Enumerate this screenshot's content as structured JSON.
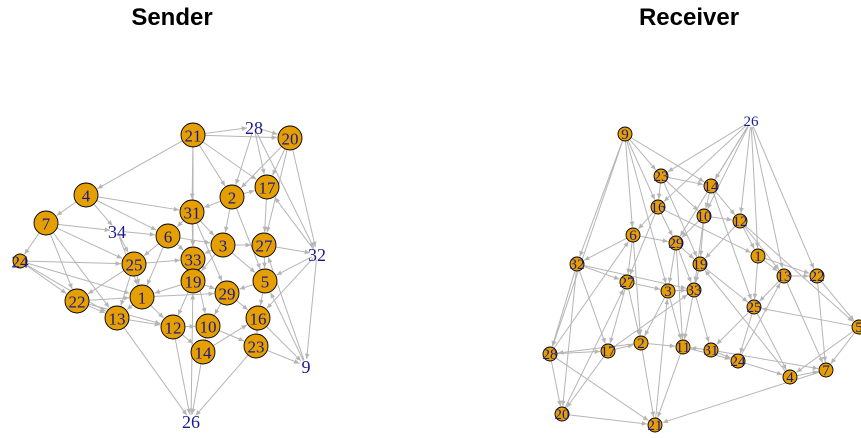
{
  "panels": [
    {
      "id": "sender",
      "title": "Sender",
      "node_color": "#E69F00",
      "label_color": "#1a1a8c",
      "edge_color": "#b5b5b5",
      "nodes": [
        {
          "label": "21",
          "size": "large"
        },
        {
          "label": "28",
          "size": "none"
        },
        {
          "label": "20",
          "size": "large"
        },
        {
          "label": "4",
          "size": "large"
        },
        {
          "label": "2",
          "size": "large"
        },
        {
          "label": "17",
          "size": "large"
        },
        {
          "label": "7",
          "size": "large"
        },
        {
          "label": "31",
          "size": "large"
        },
        {
          "label": "34",
          "size": "none"
        },
        {
          "label": "6",
          "size": "large"
        },
        {
          "label": "3",
          "size": "large"
        },
        {
          "label": "27",
          "size": "large"
        },
        {
          "label": "32",
          "size": "none"
        },
        {
          "label": "24",
          "size": "small"
        },
        {
          "label": "25",
          "size": "large"
        },
        {
          "label": "33",
          "size": "large"
        },
        {
          "label": "19",
          "size": "large"
        },
        {
          "label": "5",
          "size": "large"
        },
        {
          "label": "22",
          "size": "large"
        },
        {
          "label": "1",
          "size": "large"
        },
        {
          "label": "29",
          "size": "large"
        },
        {
          "label": "13",
          "size": "large"
        },
        {
          "label": "12",
          "size": "large"
        },
        {
          "label": "10",
          "size": "large"
        },
        {
          "label": "16",
          "size": "large"
        },
        {
          "label": "14",
          "size": "large"
        },
        {
          "label": "23",
          "size": "large"
        },
        {
          "label": "9",
          "size": "none"
        },
        {
          "label": "26",
          "size": "none"
        }
      ]
    },
    {
      "id": "receiver",
      "title": "Receiver",
      "node_color": "#E69F00",
      "label_color": "#1a1a8c",
      "edge_color": "#b5b5b5",
      "nodes": [
        {
          "label": "9",
          "size": "small"
        },
        {
          "label": "26",
          "size": "none"
        },
        {
          "label": "23",
          "size": "small"
        },
        {
          "label": "14",
          "size": "small"
        },
        {
          "label": "16",
          "size": "small"
        },
        {
          "label": "10",
          "size": "small"
        },
        {
          "label": "12",
          "size": "small"
        },
        {
          "label": "6",
          "size": "small"
        },
        {
          "label": "29",
          "size": "small"
        },
        {
          "label": "1",
          "size": "small"
        },
        {
          "label": "32",
          "size": "small"
        },
        {
          "label": "19",
          "size": "small"
        },
        {
          "label": "13",
          "size": "small"
        },
        {
          "label": "22",
          "size": "small"
        },
        {
          "label": "27",
          "size": "small"
        },
        {
          "label": "3",
          "size": "small"
        },
        {
          "label": "33",
          "size": "small"
        },
        {
          "label": "25",
          "size": "small"
        },
        {
          "label": "5",
          "size": "small"
        },
        {
          "label": "31",
          "size": "small"
        },
        {
          "label": "28",
          "size": "small"
        },
        {
          "label": "17",
          "size": "small"
        },
        {
          "label": "2",
          "size": "small"
        },
        {
          "label": "11",
          "size": "small"
        },
        {
          "label": "24",
          "size": "small"
        },
        {
          "label": "4",
          "size": "small"
        },
        {
          "label": "7",
          "size": "small"
        },
        {
          "label": "20",
          "size": "small"
        },
        {
          "label": "21",
          "size": "small"
        }
      ]
    }
  ]
}
